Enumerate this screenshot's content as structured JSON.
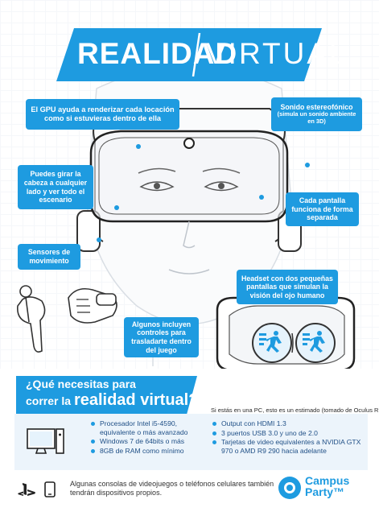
{
  "title": {
    "left": "REALIDAD",
    "right": "VIRTUAL"
  },
  "callouts": {
    "gpu": "El GPU ayuda a renderizar cada locación como si estuvieras dentro de ella",
    "sound_main": "Sonido estereofónico",
    "sound_sub": "(simula un sonido ambiente en 3D)",
    "head": "Puedes girar la cabeza a cualquier lado y ver todo el escenario",
    "screens": "Cada pantalla funciona de forma separada",
    "sensors": "Sensores de movimiento",
    "headset": "Headset con dos pequeñas pantallas que simulan la visión del ojo humano",
    "controls": "Algunos incluyen controles para trasladarte dentro del juego"
  },
  "question": {
    "line1": "¿Qué necesitas para",
    "line2_pre": "correr la ",
    "line2_highlight": "realidad virtual?"
  },
  "pc_note": "Si estás en una PC, esto es un estimado (tomado de Oculus RIFT)",
  "requirements": {
    "left": [
      "Procesador Intel i5-4590, equivalente o más avanzado",
      "Windows 7 de 64bits o más",
      "8GB de RAM como mínimo"
    ],
    "right": [
      "Output con HDMI 1.3",
      "3 puertos USB 3.0 y uno de 2.0",
      "Tarjetas de video equivalentes a NVIDIA GTX 970 o AMD R9 290 hacia adelante"
    ]
  },
  "footer": {
    "text": "Algunas consolas de videojuegos o teléfonos celulares también tendrán dispositivos propios."
  },
  "brand": {
    "line1": "Campus",
    "line2": "Party™"
  },
  "colors": {
    "accent": "#1e9be0",
    "dark_blue": "#1f4f86",
    "spec_bg": "#ecf4fb"
  },
  "icons": [
    "computer-monitor-icon",
    "playstation-icon",
    "smartphone-icon",
    "campus-party-logo-icon",
    "running-figure-icon"
  ]
}
